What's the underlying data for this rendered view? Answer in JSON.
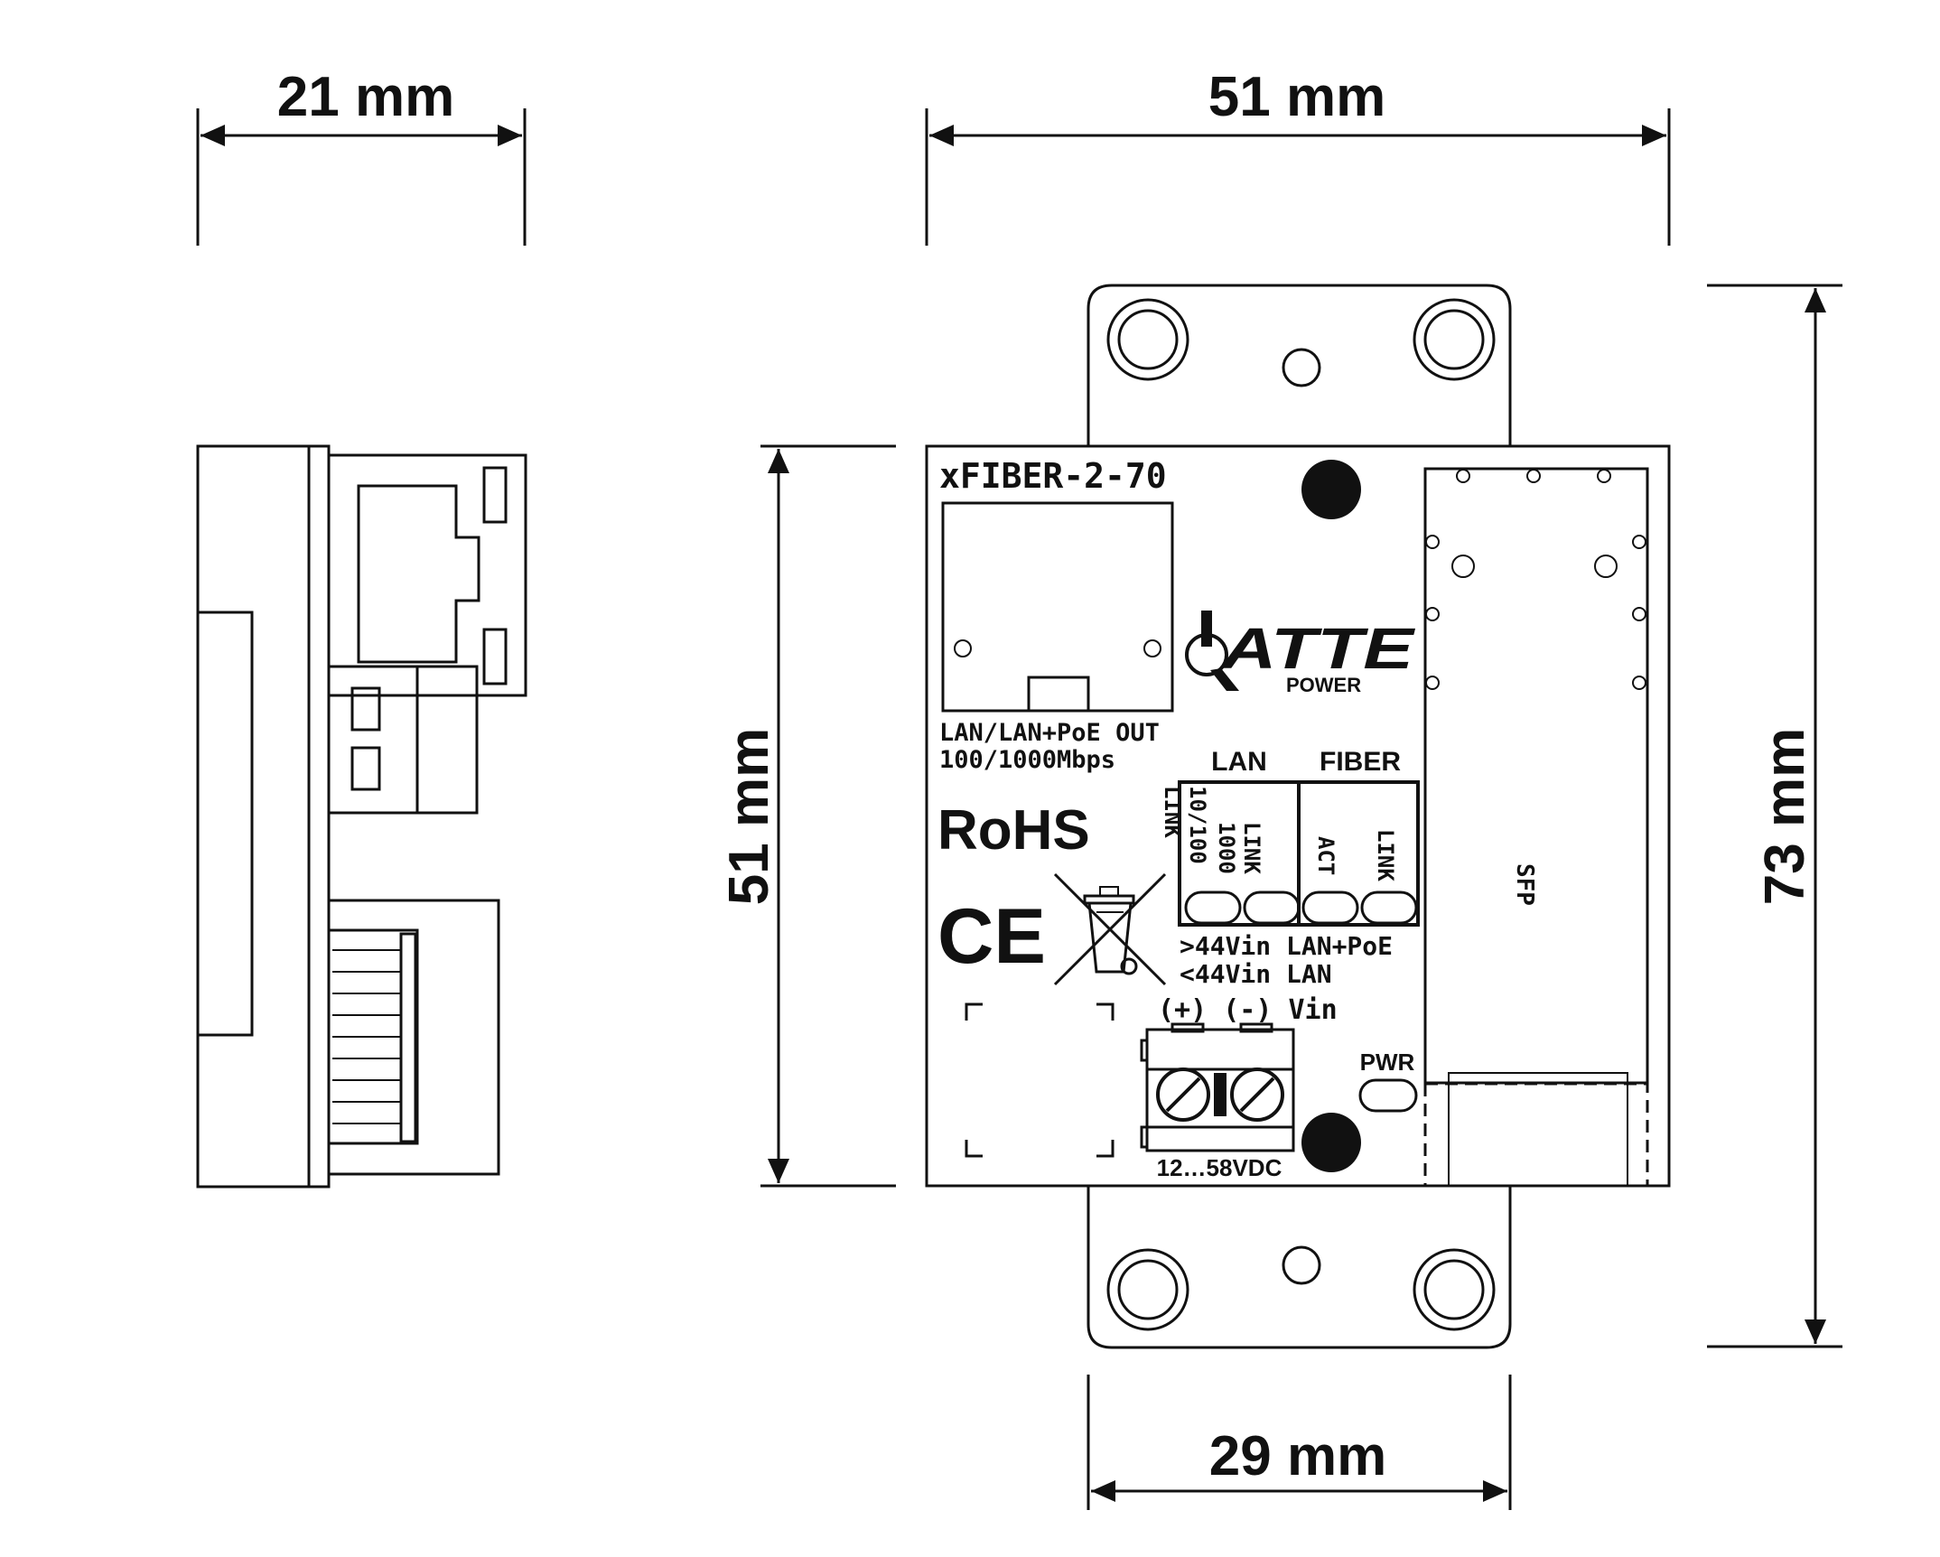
{
  "dimensions": {
    "side_width": "21 mm",
    "front_width": "51 mm",
    "front_height": "51 mm",
    "total_height": "73 mm",
    "bracket_width": "29 mm"
  },
  "device": {
    "model": "xFIBER-2-70",
    "rj45_label_line1": "LAN/LAN+PoE OUT",
    "rj45_label_line2": "100/1000Mbps",
    "rohs": "RoHS",
    "ce": "CE",
    "brand_logo": "ATTE",
    "brand_sub": "POWER",
    "led_group_lan": "LAN",
    "led_group_fiber": "FIBER",
    "led_labels": [
      "10/100 LINK",
      "1000 LINK",
      "ACT",
      "LINK"
    ],
    "mode_line1": ">44Vin LAN+PoE",
    "mode_line2": "<44Vin LAN",
    "terminal_label": "(+) (-) Vin",
    "voltage_range": "12…58VDC",
    "pwr_label": "PWR",
    "sfp_label": "SFP"
  },
  "icons": {
    "weee": "crossed-out-bin-icon",
    "ce": "ce-mark-icon",
    "logo": "atte-logo-icon"
  }
}
